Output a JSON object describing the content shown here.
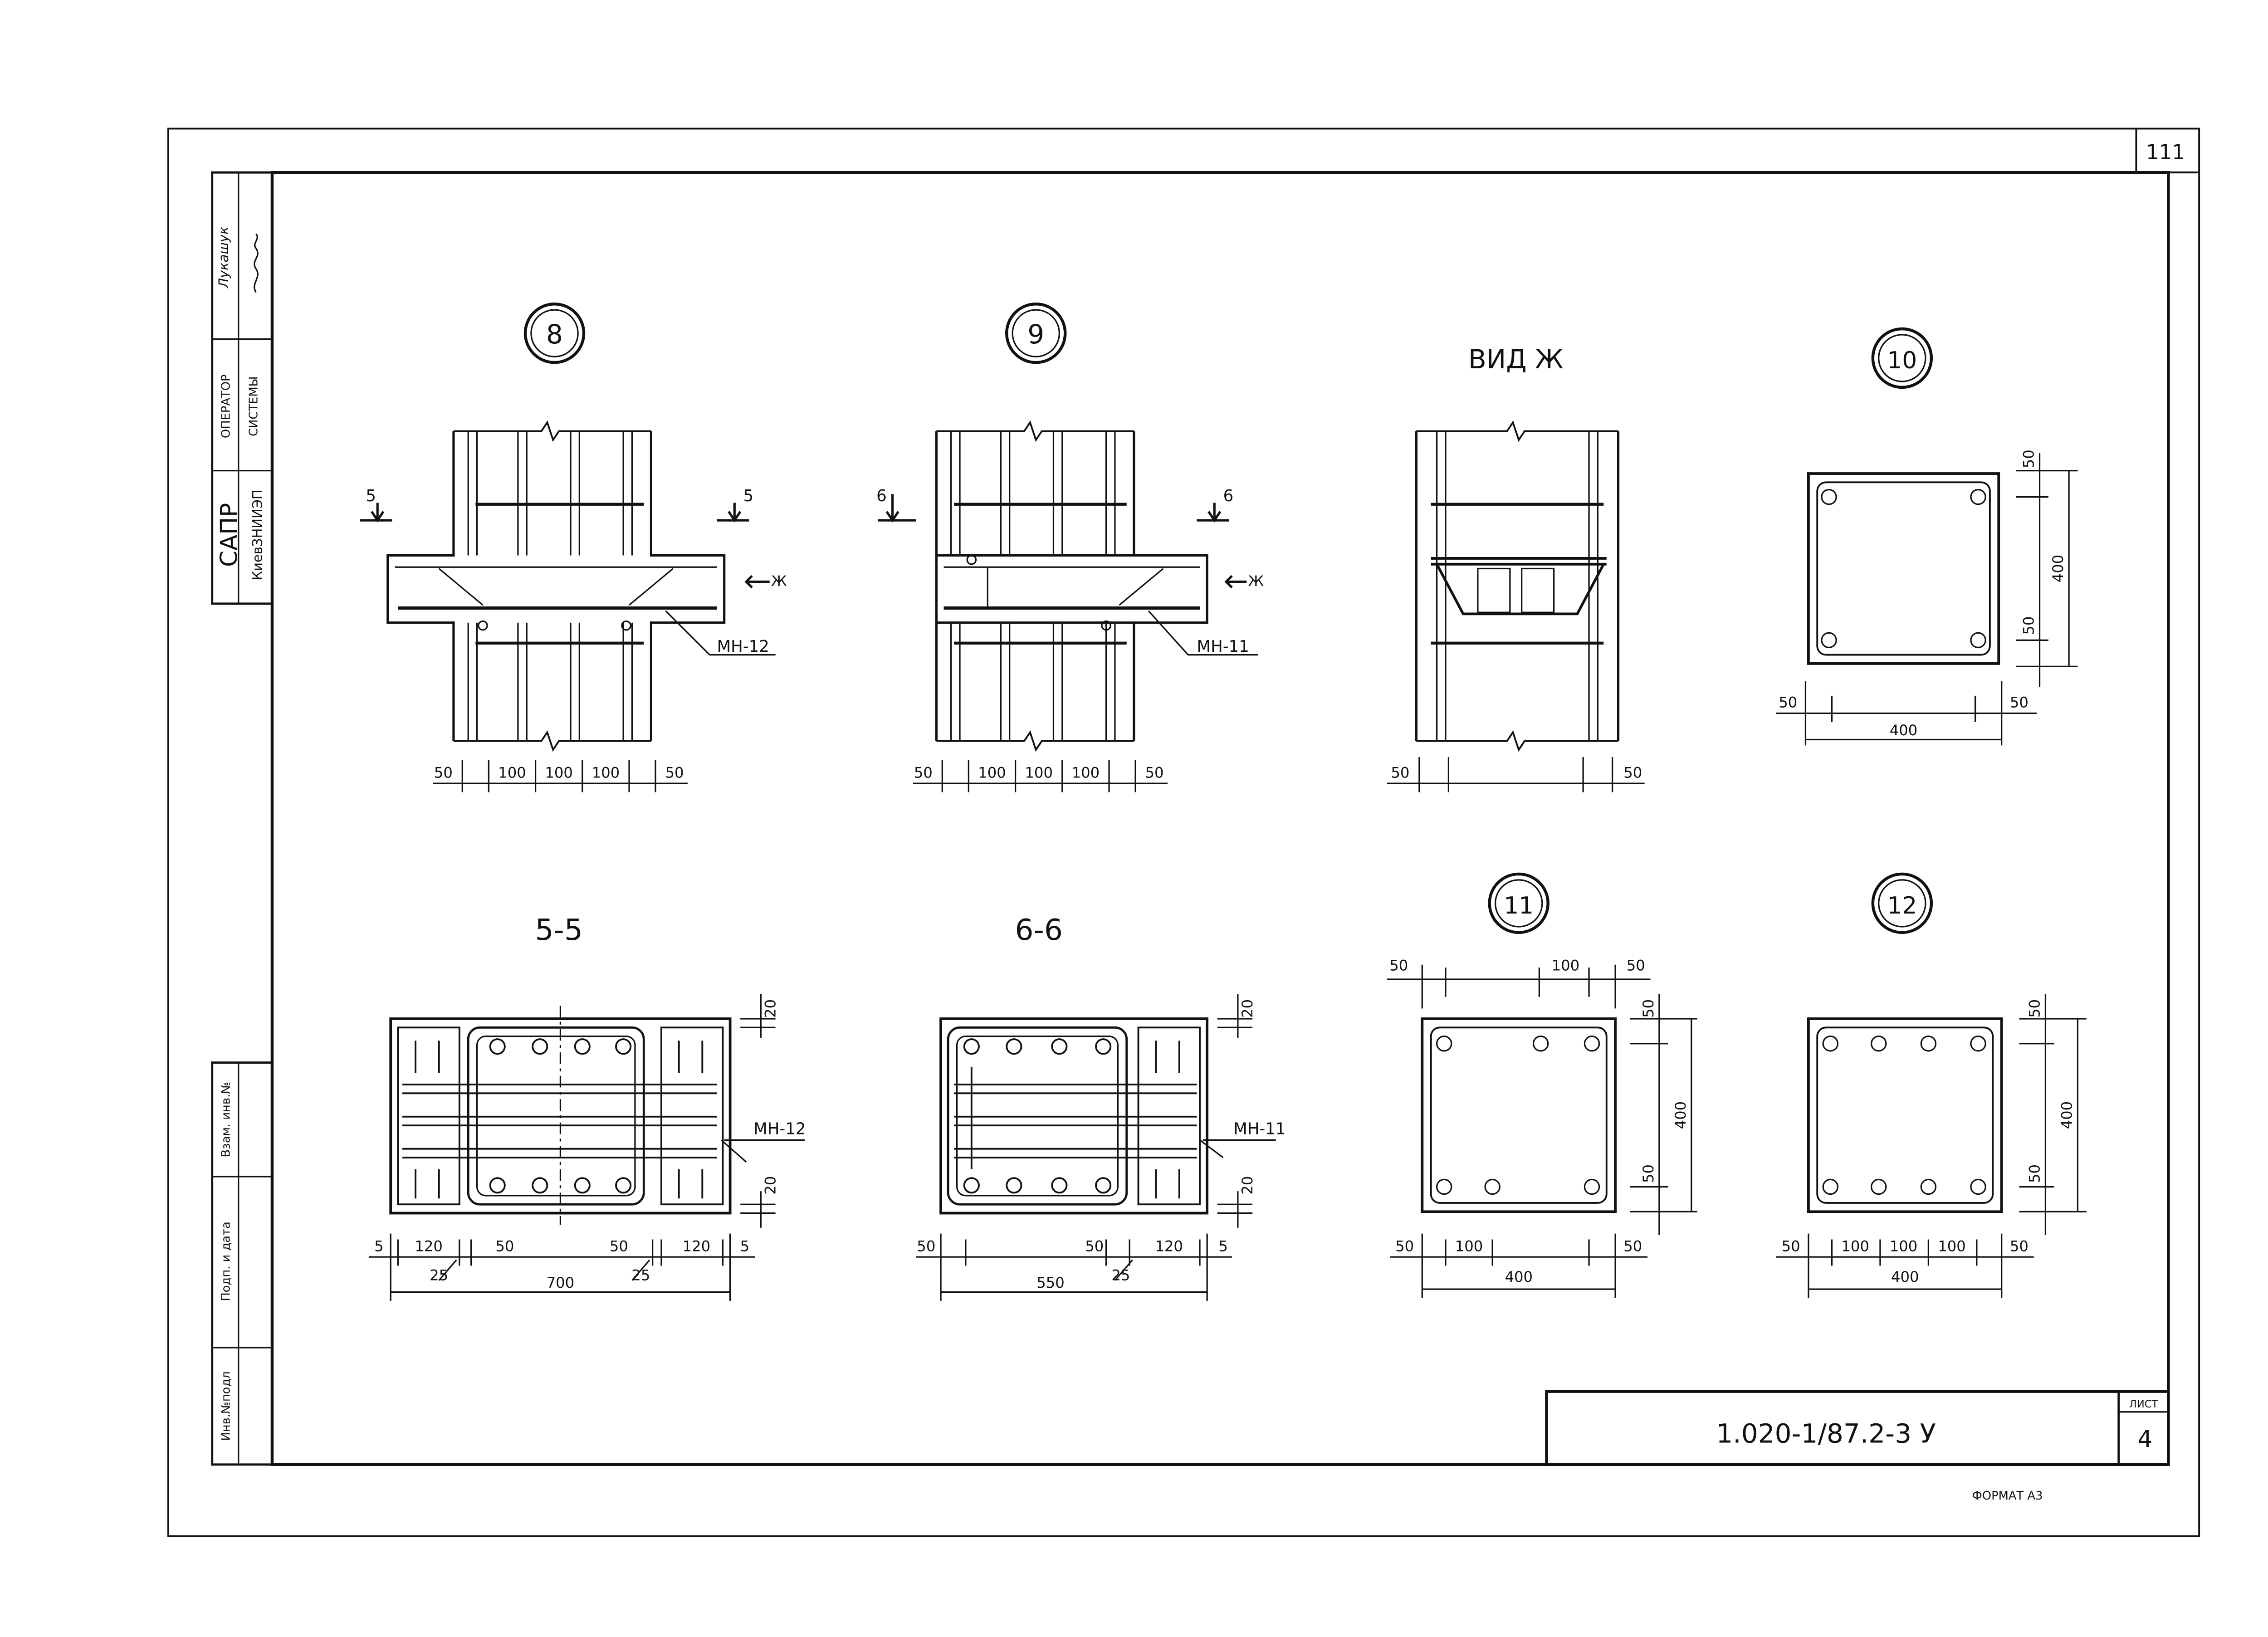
{
  "sheet": {
    "page_number": "111",
    "format_label": "ФОРМАТ А3",
    "title_block": {
      "code": "1.020-1/87.2-3 У",
      "sheet_label": "ЛИСТ",
      "sheet_number": "4"
    },
    "side_stamp": {
      "org_line1": "САПР",
      "org_line2": "КиевЗНИИЭП",
      "operator_line1": "ОПЕРАТОР",
      "operator_line2": "СИСТЕМЫ",
      "operator_name": "Лукашук",
      "inv_label": "Инв.№подл",
      "sign_date_label": "Подп. и дата",
      "replace_inv_label": "Взам. инв.№"
    }
  },
  "views": {
    "node8": {
      "marker": "8",
      "section_tag": "5",
      "view_tag": "Ж",
      "mesh_label": "МН-12",
      "dims": [
        "50",
        "100",
        "100",
        "100",
        "50"
      ]
    },
    "node9": {
      "marker": "9",
      "section_tag": "6",
      "view_tag": "Ж",
      "mesh_label": "МН-11",
      "dims": [
        "50",
        "100",
        "100",
        "100",
        "50"
      ]
    },
    "view_zh": {
      "title": "ВИД Ж",
      "dims": [
        "50",
        "50"
      ]
    },
    "node10": {
      "marker": "10",
      "dims_right": [
        "50",
        "400",
        "50"
      ],
      "dims_bottom": [
        "50",
        "400",
        "50"
      ]
    },
    "sec55": {
      "title": "5-5",
      "mesh_label": "МН-12",
      "dims_right": [
        "20",
        "20"
      ],
      "dims_bottom": [
        "5",
        "120",
        "50",
        "50",
        "120",
        "5"
      ],
      "cover": [
        "25",
        "25"
      ],
      "total": "700"
    },
    "sec66": {
      "title": "6-6",
      "mesh_label": "МН-11",
      "dims_right": [
        "20",
        "20"
      ],
      "dims_bottom": [
        "50",
        "50",
        "120",
        "5"
      ],
      "cover": [
        "25"
      ],
      "total": "550"
    },
    "node11": {
      "marker": "11",
      "dims_top": [
        "50",
        "100",
        "50"
      ],
      "dims_right": [
        "50",
        "400",
        "50"
      ],
      "dims_bottom": [
        "50",
        "100",
        "50"
      ],
      "total": "400"
    },
    "node12": {
      "marker": "12",
      "dims_right": [
        "50",
        "400",
        "50"
      ],
      "dims_bottom": [
        "50",
        "100",
        "100",
        "100",
        "50"
      ],
      "total": "400"
    }
  }
}
